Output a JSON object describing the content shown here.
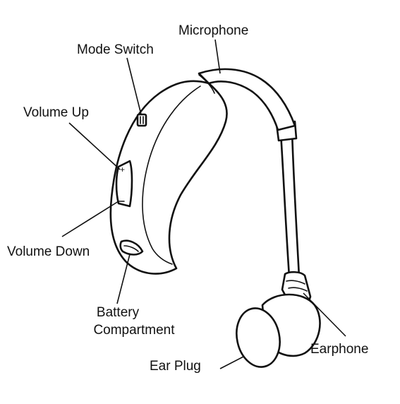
{
  "diagram": {
    "labels": {
      "microphone": "Microphone",
      "mode_switch": "Mode Switch",
      "volume_up": "Volume Up",
      "volume_down": "Volume Down",
      "battery_line1": "Battery",
      "battery_line2": "Compartment",
      "earphone": "Earphone",
      "ear_plug": "Ear Plug"
    },
    "colors": {
      "outline": "#111111",
      "fill": "#ffffff"
    }
  }
}
